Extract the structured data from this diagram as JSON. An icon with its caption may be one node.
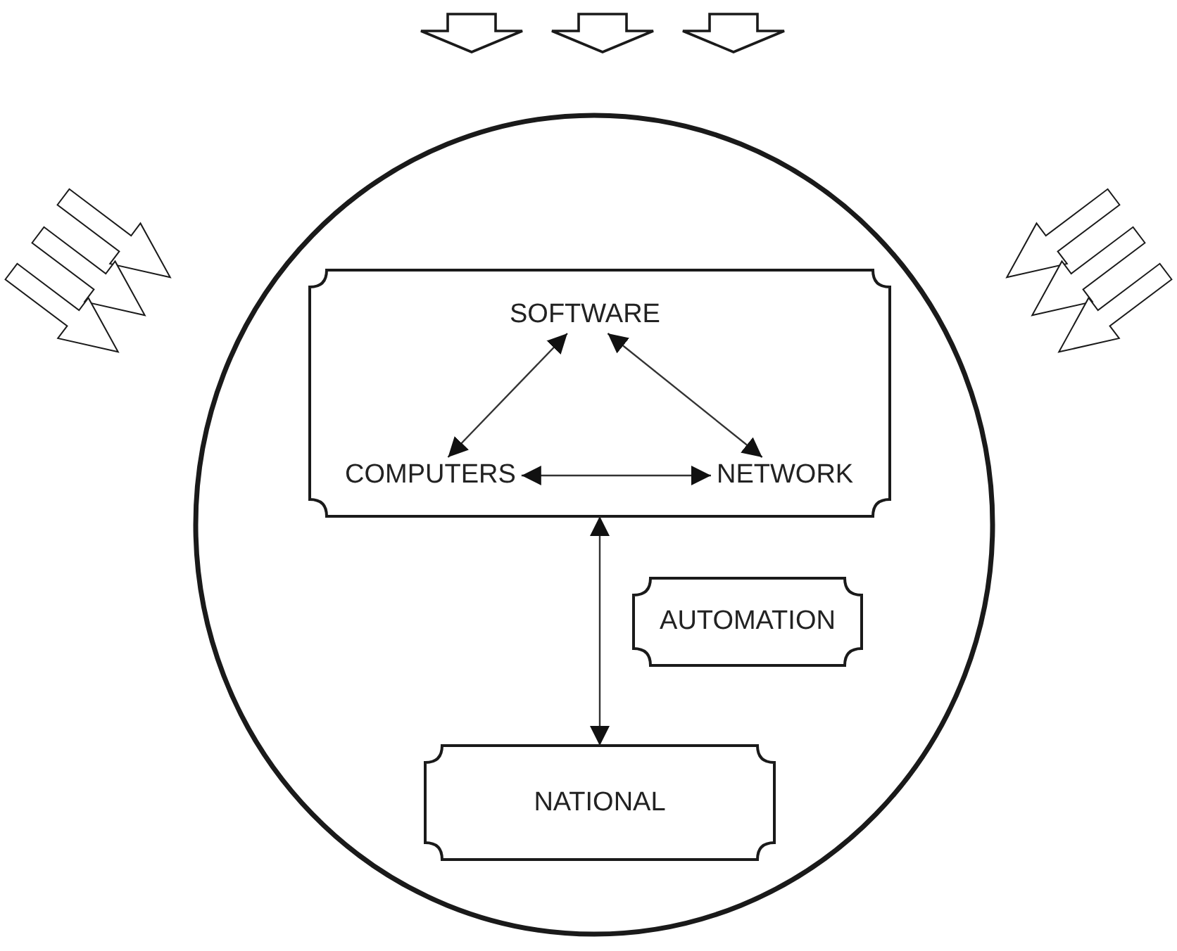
{
  "diagram": {
    "nodes": [
      {
        "text": [],
        "shape": "circle"
      },
      {
        "text": [],
        "shape": "box",
        "in": 0
      },
      {
        "text": [
          "SOFTWARE"
        ],
        "in": 1
      },
      {
        "text": [
          "COMPUTERS"
        ],
        "in": 1
      },
      {
        "text": [
          "NETWORK"
        ],
        "in": 1
      },
      {
        "text": [
          "AUTOMATION"
        ],
        "in": 0
      },
      {
        "text": [
          "NATIONAL"
        ],
        "in": 0
      }
    ],
    "edges": [
      {
        "from": 3,
        "to": 2,
        "arrow": "both"
      },
      {
        "from": 2,
        "to": 4,
        "arrow": "both"
      },
      {
        "from": 3,
        "to": 4,
        "arrow": "both"
      },
      {
        "from": 1,
        "to": 6,
        "arrow": "both"
      }
    ]
  }
}
